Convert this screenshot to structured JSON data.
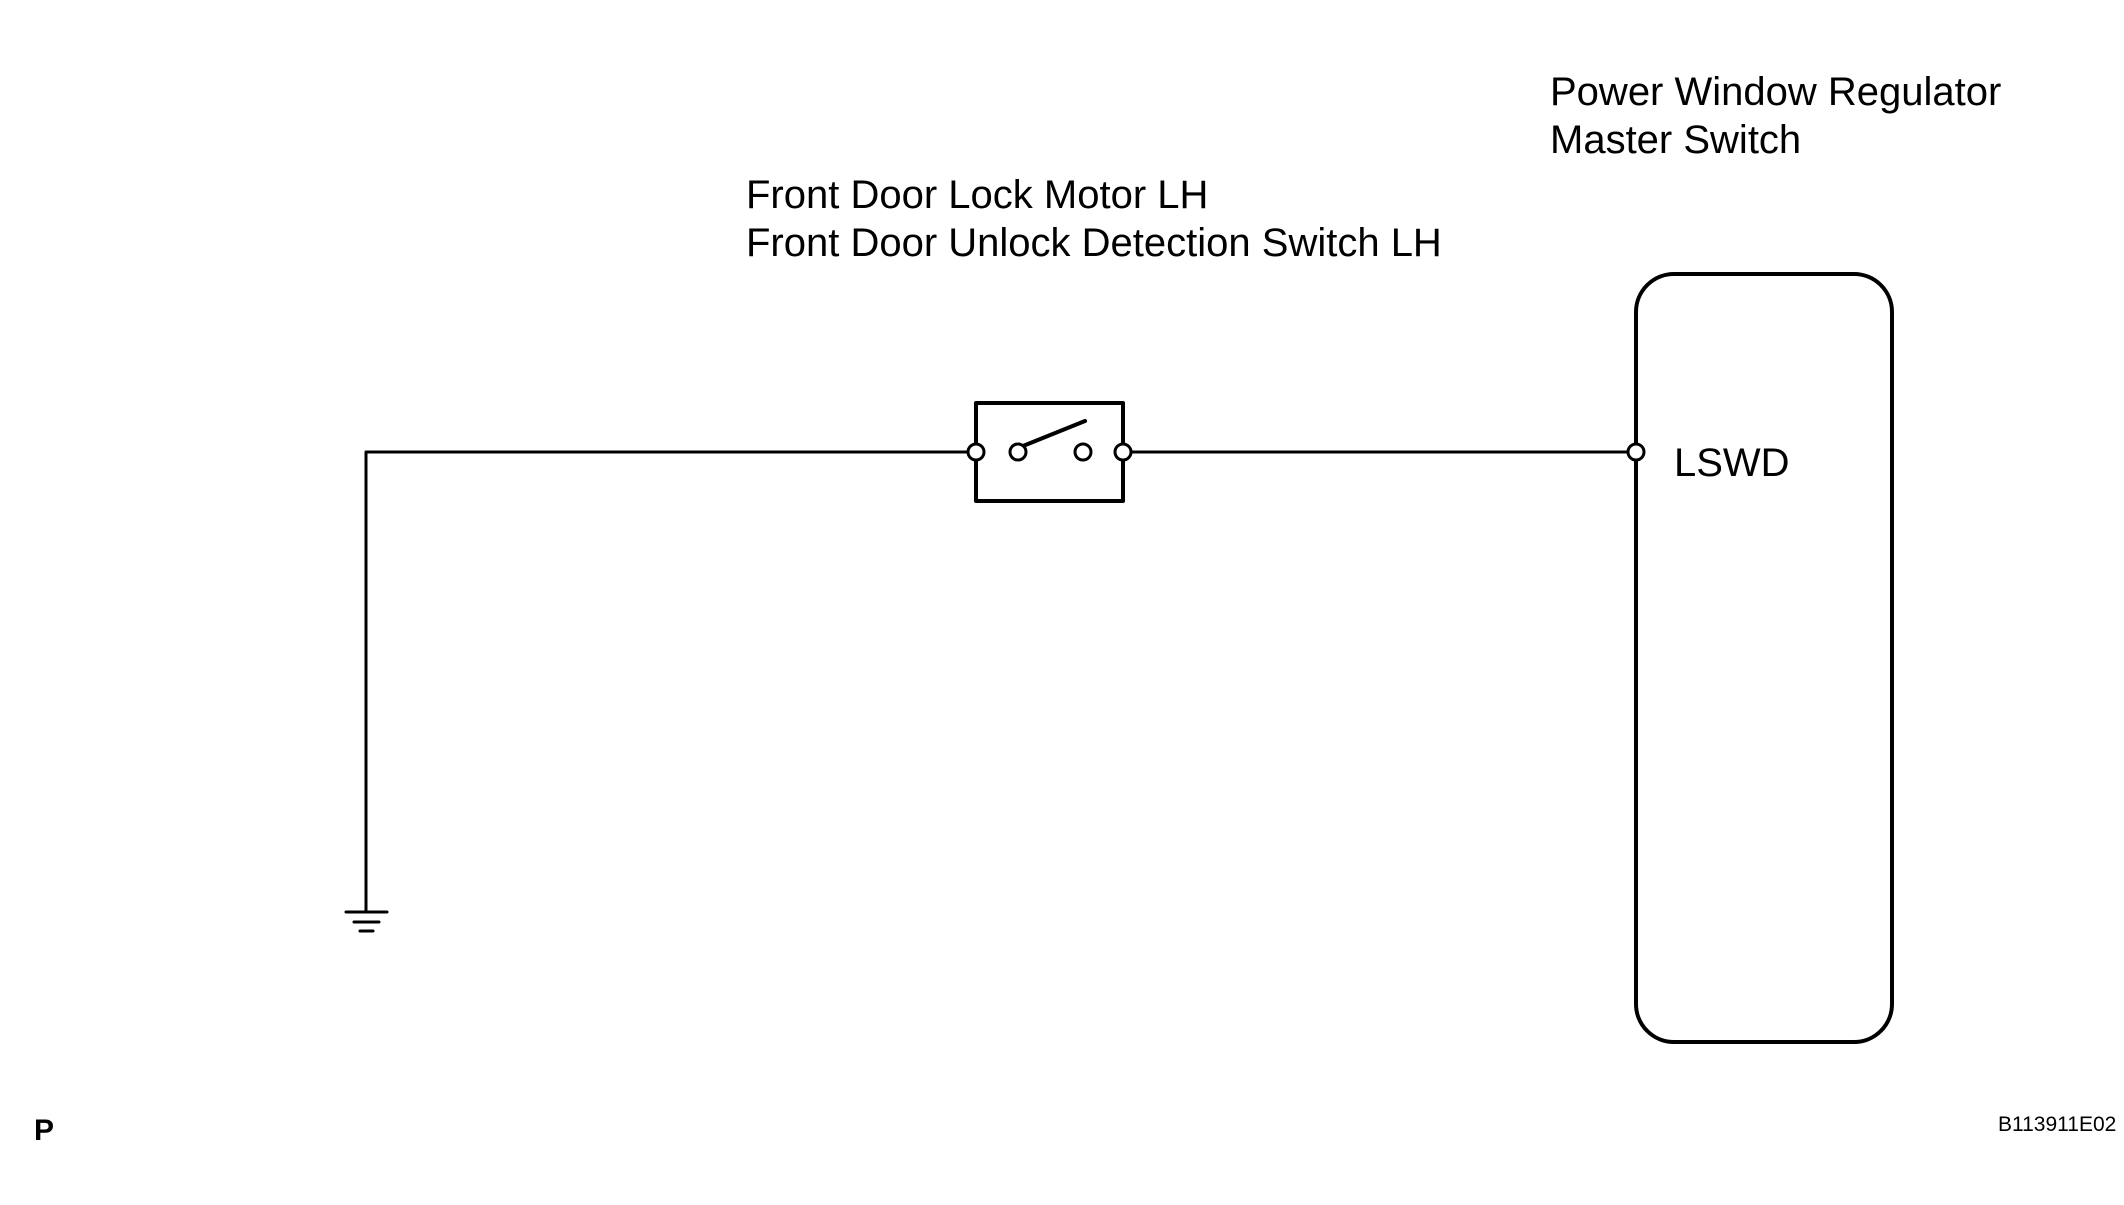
{
  "labels": {
    "master_switch": [
      "Power Window Regulator",
      "Master Switch"
    ],
    "lock_motor": [
      "Front Door Lock Motor LH",
      "Front Door Unlock Detection Switch LH"
    ],
    "terminal": "LSWD"
  },
  "page_marker": "P",
  "figure_code": "B113911E02",
  "switch_state": "open",
  "colors": {
    "line": "#000000",
    "background": "#ffffff"
  }
}
